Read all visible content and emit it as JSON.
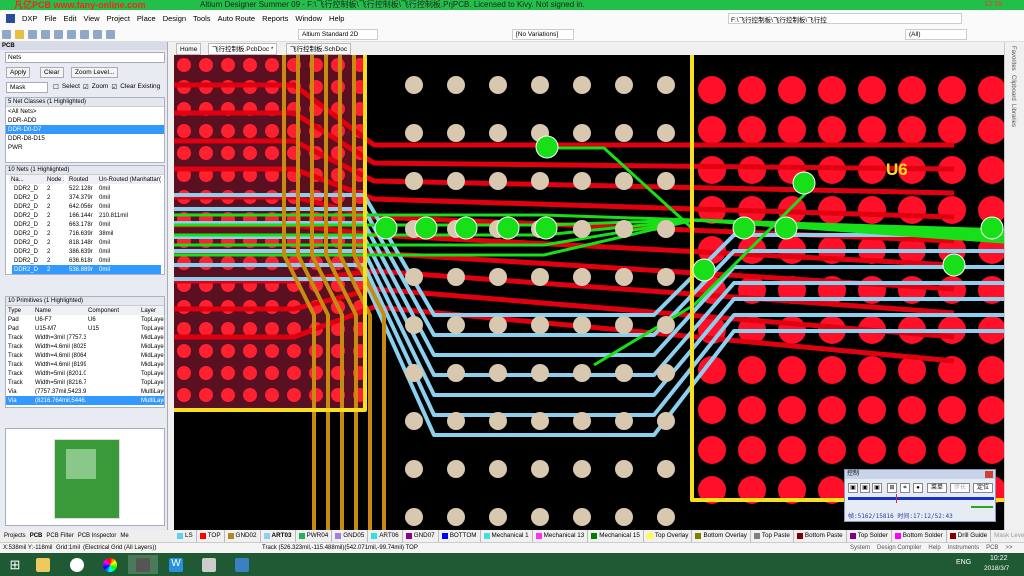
{
  "title": "Altium Designer Summer 09 - F:\\飞行控制板\\飞行控制板\\飞行控制板.PrjPCB. Licensed to Kivy. Not signed in.",
  "watermark": "凡亿PCB www.fany-online.com",
  "top_clock": "12:18",
  "menu": [
    "DXP",
    "File",
    "Edit",
    "View",
    "Project",
    "Place",
    "Design",
    "Tools",
    "Auto Route",
    "Reports",
    "Window",
    "Help"
  ],
  "toolbar": {
    "view_mode": "Altium Standard 2D",
    "variations": "[No Variations]",
    "path": "F:\\飞行控制板\\飞行控制板\\飞行控",
    "filter": "(All)"
  },
  "panel": {
    "title": "PCB",
    "mode": "Nets",
    "apply": "Apply",
    "clear": "Clear",
    "zoom_level": "Zoom Level...",
    "mask": "Mask",
    "select": "Select",
    "zoom": "Zoom",
    "clear_existing": "Clear Existing",
    "classes_header": "5 Net Classes (1 Highlighted)",
    "classes": [
      "<All Nets>",
      "DDR-ADD",
      "DDR-D0-D7",
      "DDR-D8-D15",
      "PWR"
    ],
    "classes_selected": 2,
    "nets_header": "10 Nets (1 Highlighted)",
    "nets_cols": [
      "Na...",
      "Node ...",
      "Routed",
      "Un-Routed (Manhattan)"
    ],
    "nets": [
      [
        "DDR2_D",
        "2",
        "522.128r",
        "0mil"
      ],
      [
        "DDR2_D",
        "2",
        "374.379r",
        "0mil"
      ],
      [
        "DDR2_D",
        "2",
        "642.056r",
        "0mil"
      ],
      [
        "DDR2_D",
        "2",
        "166.144r",
        "210.811mil"
      ],
      [
        "DDR2_D",
        "2",
        "663.178r",
        "0mil"
      ],
      [
        "DDR2_D",
        "2",
        "716.639r",
        "38mil"
      ],
      [
        "DDR2_D",
        "2",
        "818.148r",
        "0mil"
      ],
      [
        "DDR2_D",
        "2",
        "386.639r",
        "0mil"
      ],
      [
        "DDR2_D",
        "2",
        "636.618r",
        "0mil"
      ],
      [
        "DDR2_D",
        "2",
        "536.889r",
        "0mil"
      ]
    ],
    "prims_header": "10 Primitives (1 Highlighted)",
    "prims_cols": [
      "Type",
      "Name",
      "Component",
      "Layer"
    ],
    "prims": [
      [
        "Pad",
        "U6-F7",
        "U6",
        "TopLayer"
      ],
      [
        "Pad",
        "U15-M7",
        "U15",
        "TopLayer"
      ],
      [
        "Track",
        "Width=3mil (7757.37",
        "",
        "MidLayer"
      ],
      [
        "Track",
        "Width=4.6mil (8025",
        "",
        "MidLayer"
      ],
      [
        "Track",
        "Width=4.6mil (8064",
        "",
        "MidLayer"
      ],
      [
        "Track",
        "Width=4.6mil (8199",
        "",
        "MidLayer"
      ],
      [
        "Track",
        "Width=5mil (8201.01",
        "",
        "TopLayer"
      ],
      [
        "Track",
        "Width=5mil (8216.76",
        "",
        "TopLayer"
      ],
      [
        "Via",
        "(7757.37mil,5423.94",
        "",
        "MultiLayer"
      ],
      [
        "Via",
        "(8216.764mil,5446.2",
        "",
        "MultiLayer"
      ]
    ]
  },
  "doc_tabs": [
    "Home",
    "飞行控制板.PcbDoc *",
    "飞行控制板.SchDoc"
  ],
  "canvas": {
    "designator": "U6"
  },
  "right_tabs": [
    "Favorites",
    "Clipboard",
    "Libraries"
  ],
  "panel_tabs": [
    "Projects",
    "PCB",
    "PCB Filter",
    "PCB Inspector",
    "Me"
  ],
  "layers": [
    {
      "n": "LS",
      "c": "#5fd0f0"
    },
    {
      "n": "TOP",
      "c": "#ff0000"
    },
    {
      "n": "GND02",
      "c": "#b08a20"
    },
    {
      "n": "ART03",
      "c": "#8fd0f0"
    },
    {
      "n": "PWR04",
      "c": "#20b060"
    },
    {
      "n": "GND05",
      "c": "#a080e0"
    },
    {
      "n": "ART06",
      "c": "#30e0e0"
    },
    {
      "n": "GND07",
      "c": "#900090"
    },
    {
      "n": "BOTTOM",
      "c": "#0000ff"
    },
    {
      "n": "Mechanical 1",
      "c": "#40e0e0"
    },
    {
      "n": "Mechanical 13",
      "c": "#ff30ff"
    },
    {
      "n": "Mechanical 15",
      "c": "#008000"
    },
    {
      "n": "Top Overlay",
      "c": "#ffff40"
    },
    {
      "n": "Bottom Overlay",
      "c": "#808000"
    },
    {
      "n": "Top Paste",
      "c": "#808080"
    },
    {
      "n": "Bottom Paste",
      "c": "#800000"
    },
    {
      "n": "Top Solder",
      "c": "#800080"
    },
    {
      "n": "Bottom Solder",
      "c": "#ff00ff"
    },
    {
      "n": "Drill Guide",
      "c": "#800000"
    }
  ],
  "layer_extra": [
    "Mask Level",
    "Clear"
  ],
  "status": {
    "coords": "X:538mil Y:-118mil",
    "grid": "Grid:1mil",
    "grid_type": "(Electrical Grid (All Layers))",
    "track": "Track (526.323mil,-115.488mil)(542.071mil,-99.74mil)  TOP",
    "links": [
      "System",
      "Design Compiler",
      "Help",
      "Instruments",
      "PCB",
      ">>"
    ]
  },
  "control": {
    "title": "控制",
    "menu": "菜单",
    "step": "步长",
    "locate": "定位",
    "frame": "帧:5162/15816  时间:17:12/52:43",
    "progress": 0.33
  },
  "taskbar": {
    "lang": "ENG",
    "time": "10:22",
    "date": "2018/3/7"
  }
}
